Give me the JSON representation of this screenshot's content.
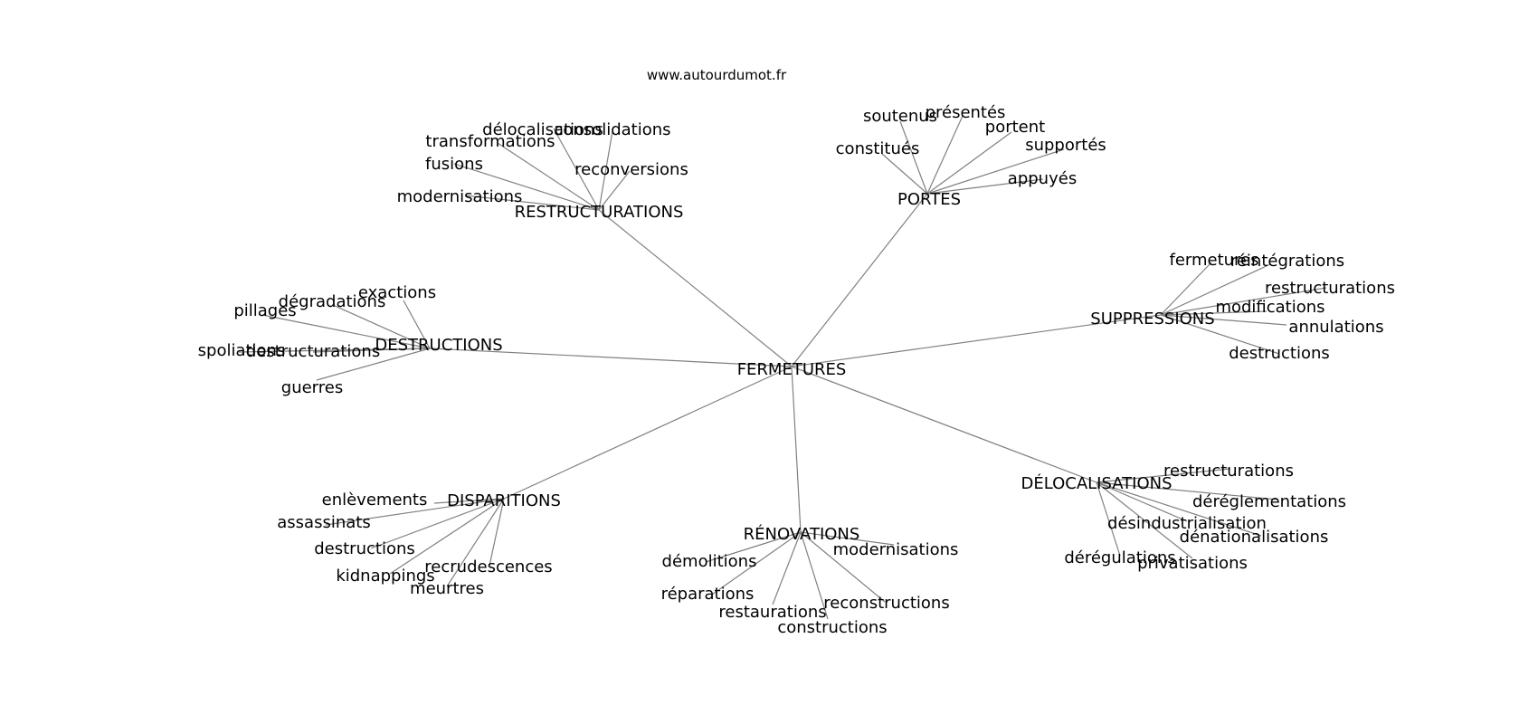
{
  "site": "www.autourdumot.fr",
  "root": "FERMETURES",
  "groups": [
    {
      "label": "RESTRUCTURATIONS",
      "children": [
        "délocalisations",
        "consolidations",
        "transformations",
        "fusions",
        "reconversions",
        "modernisations"
      ]
    },
    {
      "label": "PORTES",
      "children": [
        "soutenus",
        "présentés",
        "portent",
        "constitués",
        "supportés",
        "appuyés"
      ]
    },
    {
      "label": "SUPPRESSIONS",
      "children": [
        "fermetures",
        "réintégrations",
        "restructurations",
        "modifications",
        "annulations",
        "destructions"
      ]
    },
    {
      "label": "DESTRUCTIONS",
      "children": [
        "exactions",
        "dégradations",
        "pillages",
        "spoliations",
        "destructurations",
        "guerres"
      ]
    },
    {
      "label": "DISPARITIONS",
      "children": [
        "enlèvements",
        "assassinats",
        "destructions",
        "recrudescences",
        "kidnappings",
        "meurtres"
      ]
    },
    {
      "label": "RÉNOVATIONS",
      "children": [
        "démolitions",
        "modernisations",
        "réparations",
        "reconstructions",
        "restaurations",
        "constructions"
      ]
    },
    {
      "label": "DÉLOCALISATIONS",
      "children": [
        "restructurations",
        "déréglementations",
        "désindustrialisation",
        "dénationalisations",
        "dérégulations",
        "privatisations"
      ]
    }
  ]
}
